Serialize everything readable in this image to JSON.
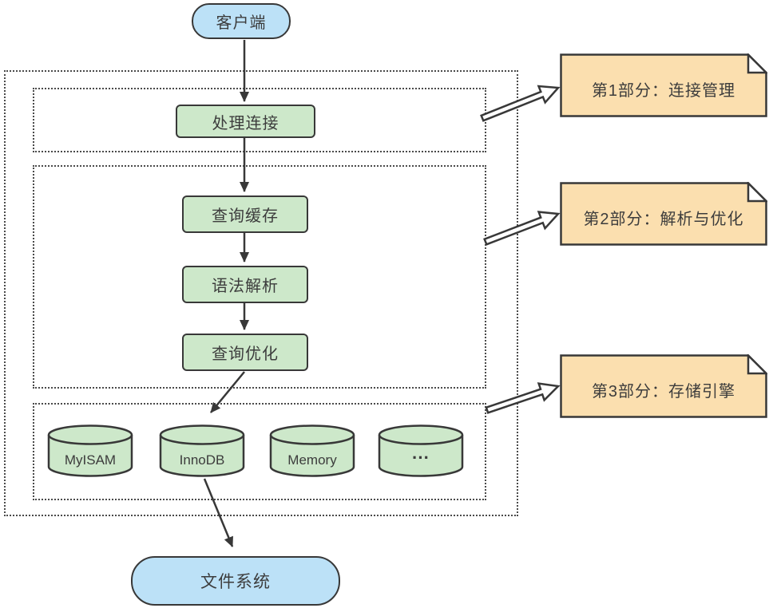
{
  "diagram": {
    "client_label": "客户端",
    "process_connection_label": "处理连接",
    "query_cache_label": "查询缓存",
    "parser_label": "语法解析",
    "optimizer_label": "查询优化",
    "engines": [
      "MyISAM",
      "InnoDB",
      "Memory",
      "···"
    ],
    "filesystem_label": "文件系统",
    "notes": [
      "第1部分：连接管理",
      "第2部分：解析与优化",
      "第3部分：存储引擎"
    ],
    "colors": {
      "node_blue": "#bce1f7",
      "node_green": "#cde8ca",
      "note_orange": "#fbdfaf",
      "outline": "#383838"
    }
  }
}
